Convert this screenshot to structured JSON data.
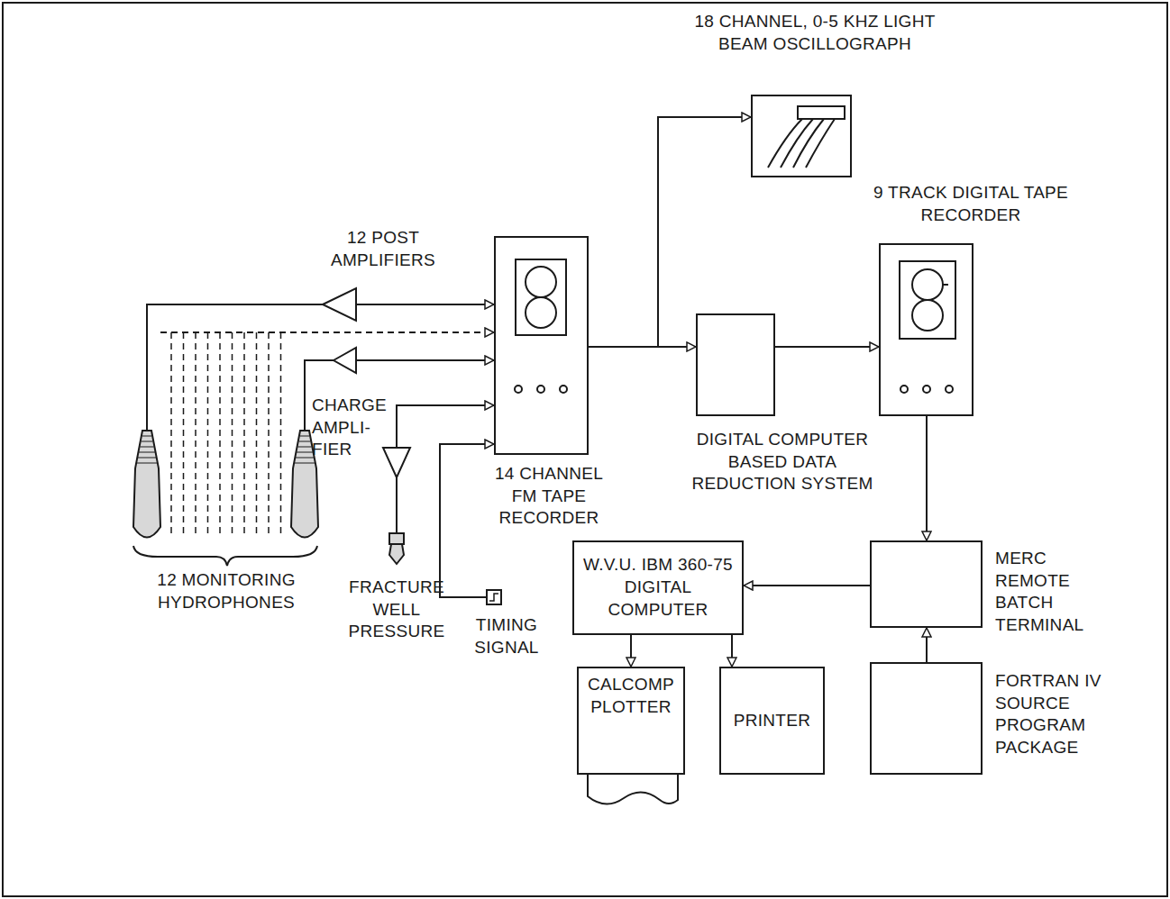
{
  "diagram": {
    "nodes": [
      {
        "text": [
          "18 CHANNEL, 0-5 KHZ LIGHT BEAM OSCILLOGRAPH"
        ]
      },
      {
        "text": [
          "14 CHANNEL FM TAPE RECORDER"
        ]
      },
      {
        "text": [
          "DIGITAL COMPUTER BASED DATA REDUCTION SYSTEM"
        ]
      },
      {
        "text": [
          "9 TRACK DIGITAL TAPE RECORDER"
        ]
      },
      {
        "text": [
          "MERC REMOTE BATCH TERMINAL"
        ]
      },
      {
        "text": [
          "FORTRAN IV SOURCE PROGRAM PACKAGE"
        ]
      },
      {
        "text": [
          "W.V.U. IBM 360-75 DIGITAL COMPUTER"
        ]
      },
      {
        "text": [
          "CALCOMP PLOTTER"
        ]
      },
      {
        "text": [
          "PRINTER"
        ]
      }
    ],
    "edges": [
      {
        "from": 1,
        "to": 0,
        "arrow": "to"
      },
      {
        "from": 1,
        "to": 2,
        "arrow": "to"
      },
      {
        "from": 2,
        "to": 3,
        "arrow": "to"
      },
      {
        "from": 3,
        "to": 4,
        "arrow": "to"
      },
      {
        "from": 4,
        "to": 6,
        "arrow": "to"
      },
      {
        "from": 5,
        "to": 4,
        "arrow": "to"
      },
      {
        "from": 6,
        "to": 7,
        "arrow": "to"
      },
      {
        "from": 6,
        "to": 8,
        "arrow": "to"
      }
    ],
    "labels": [
      "12 POST AMPLIFIERS",
      "CHARGE AMPLI- FIER",
      "12 MONITORING HYDROPHONES",
      "FRACTURE WELL PRESSURE",
      "TIMING SIGNAL"
    ]
  }
}
